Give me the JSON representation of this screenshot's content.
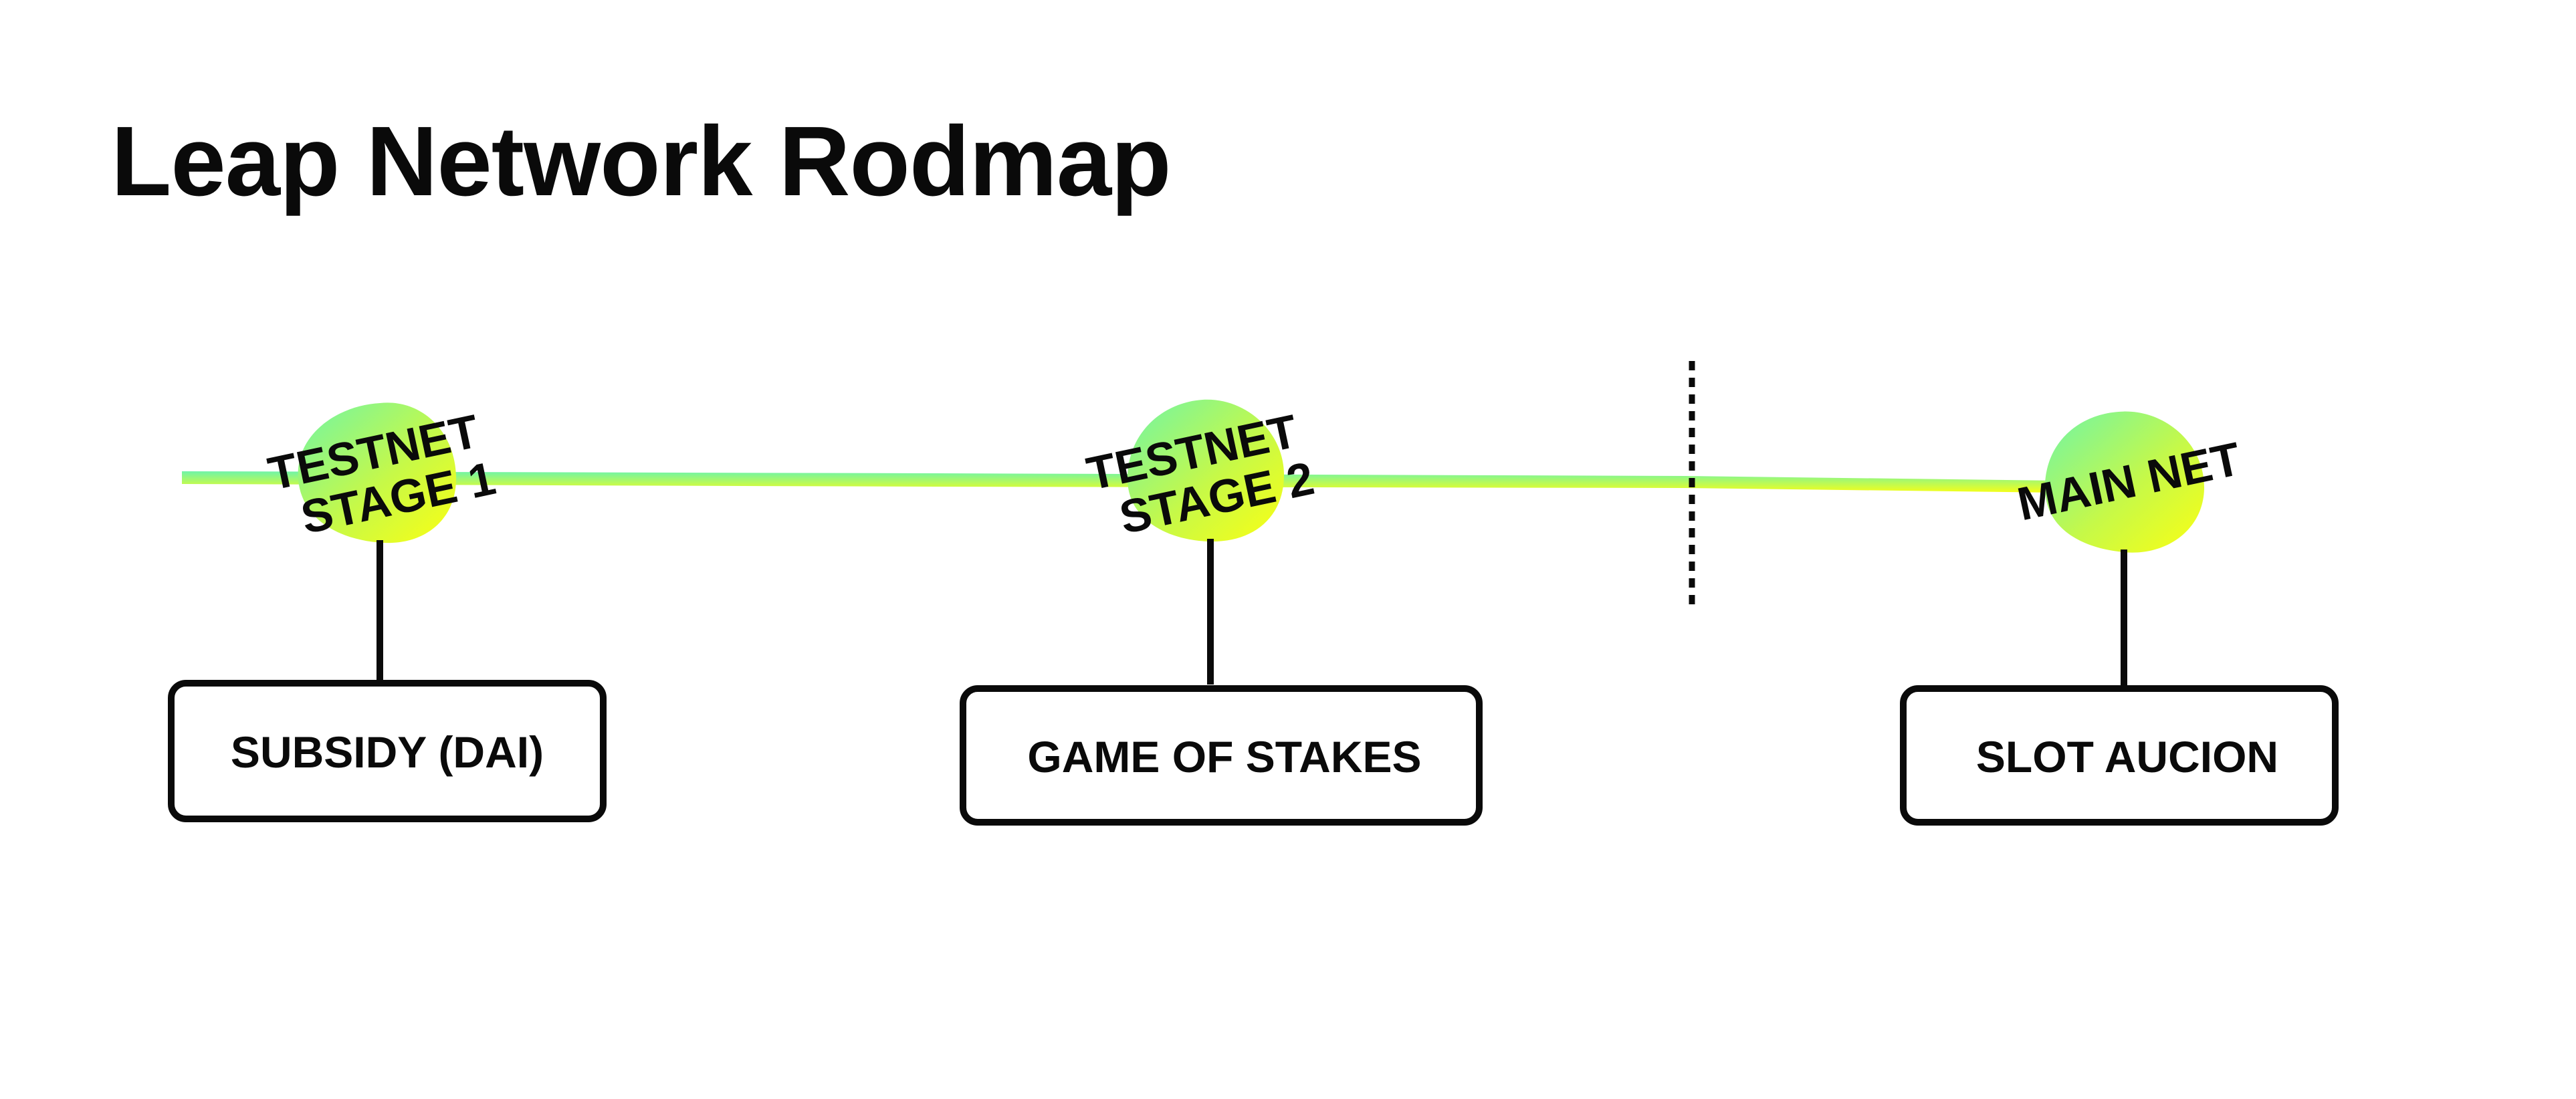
{
  "page": {
    "title": "Leap Network Rodmap"
  },
  "colors": {
    "ink": "#0a0a0a",
    "gradient_start": "#6ff4a8",
    "gradient_end": "#fbff12",
    "background": "#ffffff"
  },
  "milestones": [
    {
      "stage_line1": "TESTNET",
      "stage_line2": "STAGE 1",
      "feature": "SUBSIDY (DAI)"
    },
    {
      "stage_line1": "TESTNET",
      "stage_line2": "STAGE 2",
      "feature": "GAME OF STAKES"
    },
    {
      "stage_line1": "MAIN NET",
      "stage_line2": "",
      "feature": "SLOT AUCION"
    }
  ]
}
